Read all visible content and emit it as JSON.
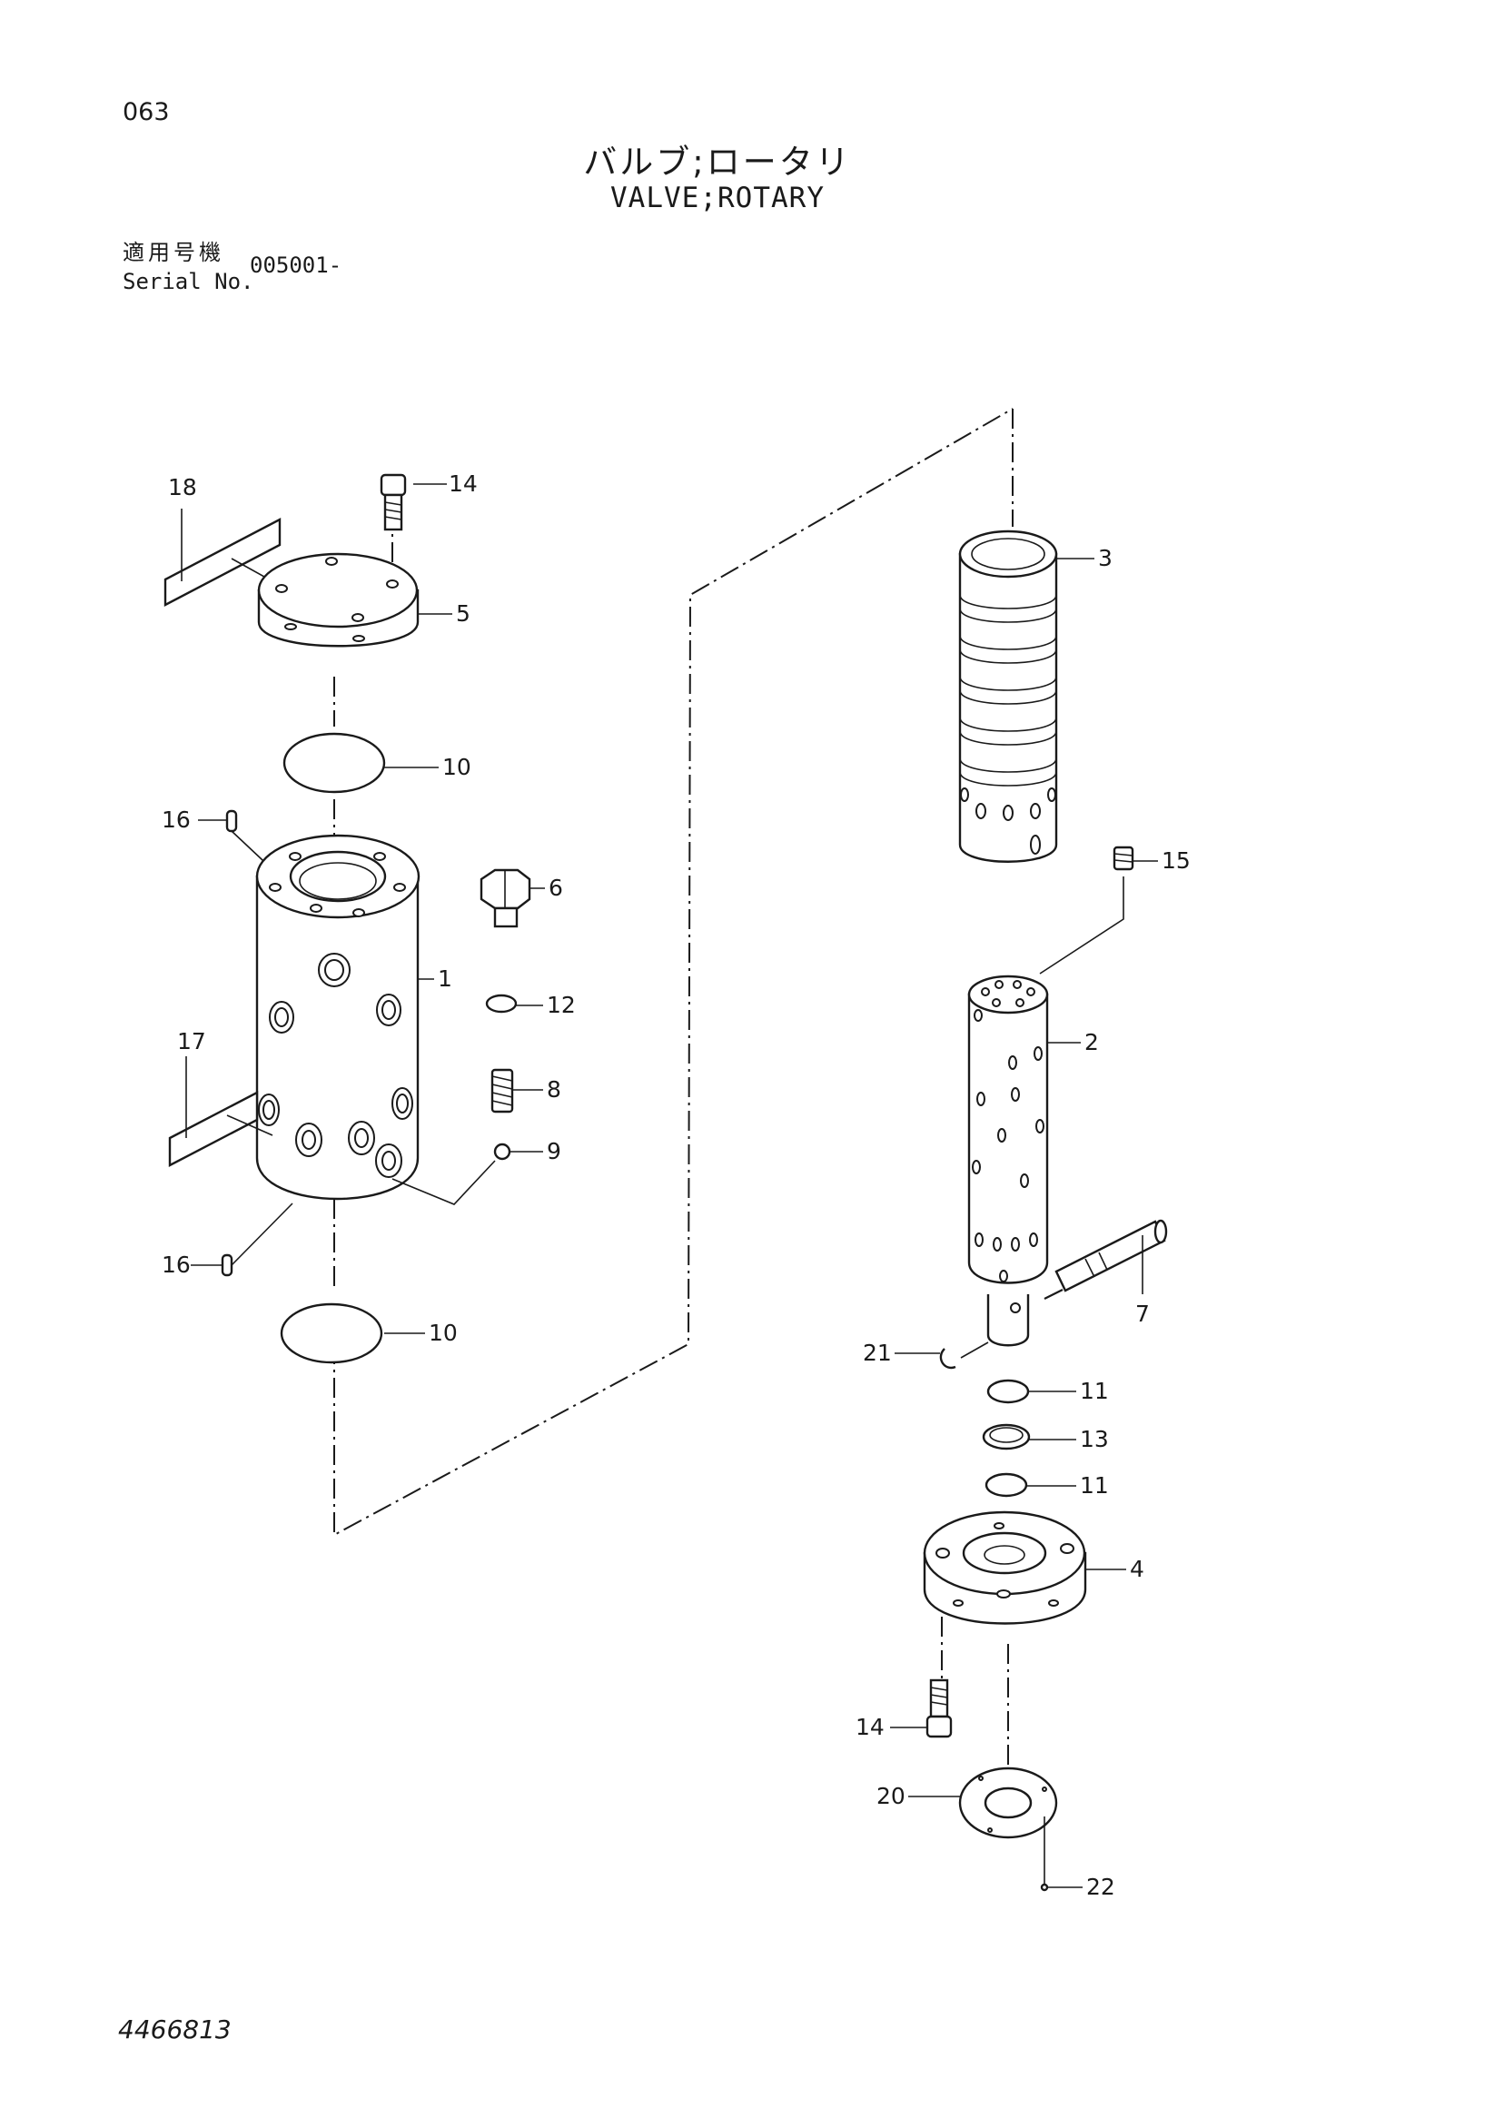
{
  "header": {
    "page_number": "063",
    "title_jp": "バルブ;ロータリ",
    "title_en": "VALVE;ROTARY",
    "serial_label_jp": "適用号機",
    "serial_label_en": "Serial No.",
    "serial_value": "005001-"
  },
  "footer": {
    "document_number": "4466813"
  },
  "callouts": {
    "c1": "1",
    "c2": "2",
    "c3": "3",
    "c4": "4",
    "c5": "5",
    "c6": "6",
    "c7": "7",
    "c8": "8",
    "c9": "9",
    "c10a": "10",
    "c10b": "10",
    "c11a": "11",
    "c11b": "11",
    "c12": "12",
    "c13": "13",
    "c14a": "14",
    "c14b": "14",
    "c15": "15",
    "c16a": "16",
    "c16b": "16",
    "c17": "17",
    "c18": "18",
    "c20": "20",
    "c21": "21",
    "c22": "22"
  },
  "colors": {
    "ink": "#1a1a1a",
    "paper": "#ffffff"
  }
}
